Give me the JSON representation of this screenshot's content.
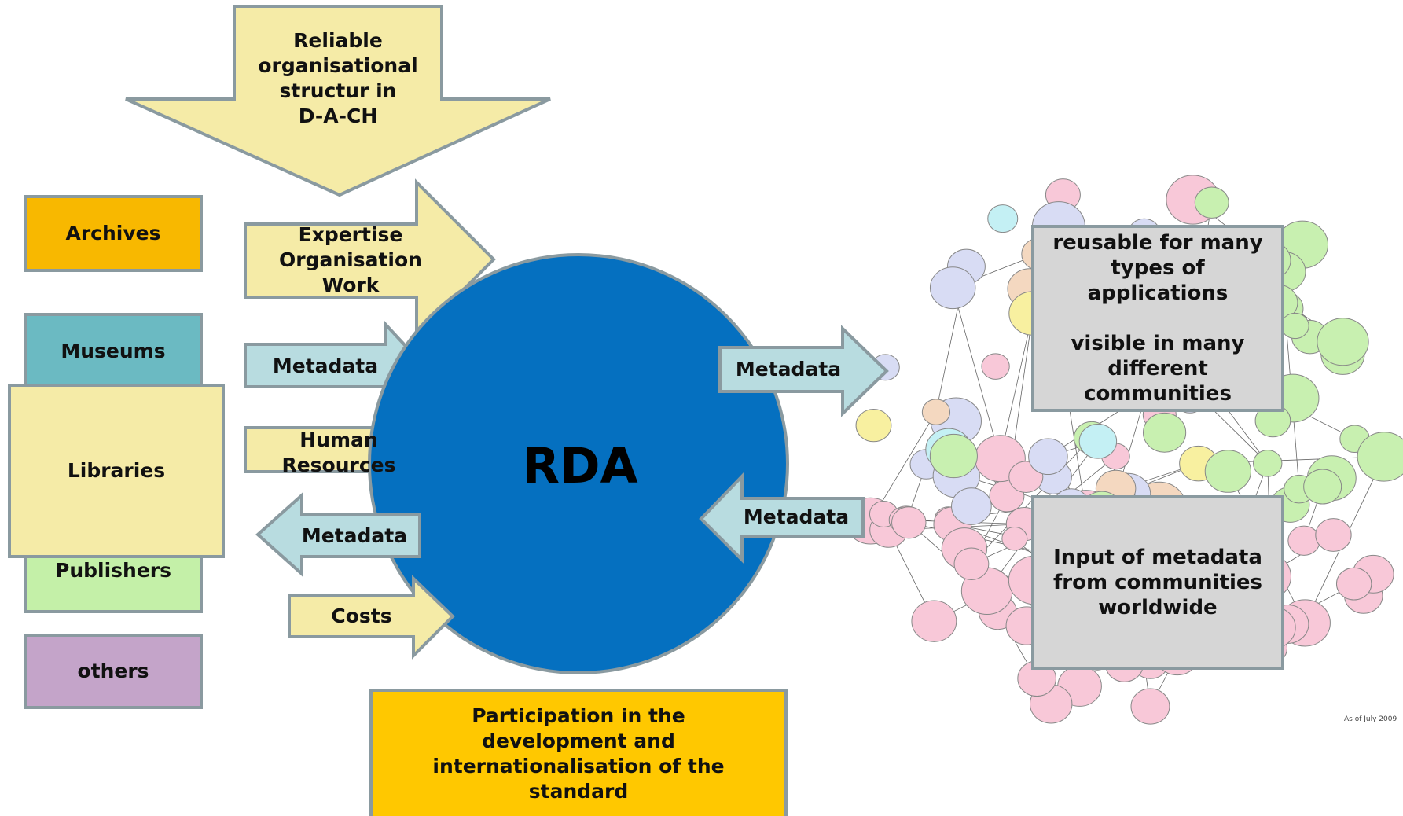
{
  "top_arrow": {
    "lines": [
      "Reliable",
      "organisational",
      "structur in",
      "D-A-CH"
    ]
  },
  "stakeholders": [
    {
      "label": "Archives",
      "color": "#f8b800"
    },
    {
      "label": "Museums",
      "color": "#6bbac2"
    },
    {
      "label": "Libraries",
      "color": "#f5eba7"
    },
    {
      "label": "Publishers",
      "color": "#c4f0a8"
    },
    {
      "label": "others",
      "color": "#c4a4c9"
    }
  ],
  "flows_left": [
    {
      "lines": [
        "Expertise",
        "Organisation",
        "Work"
      ],
      "direction": "in"
    },
    {
      "lines": [
        "Metadata"
      ],
      "direction": "in"
    },
    {
      "lines": [
        "Human",
        "Resources"
      ],
      "direction": "in"
    },
    {
      "lines": [
        "Metadata"
      ],
      "direction": "out"
    },
    {
      "lines": [
        "Costs"
      ],
      "direction": "in"
    }
  ],
  "center": {
    "label": "RDA",
    "color": "#0570c0"
  },
  "flows_right": [
    {
      "label": "Metadata",
      "direction": "out"
    },
    {
      "label": "Metadata",
      "direction": "in"
    }
  ],
  "info_boxes": [
    {
      "text": "reusable for many\ntypes of\napplications\n\nvisible in many\ndifferent\ncommunities"
    },
    {
      "text": "Input of metadata\nfrom communities\nworldwide"
    }
  ],
  "bottom_box": {
    "lines": [
      "Participation in the",
      "development and",
      "internationalisation of the",
      "standard"
    ],
    "color": "#ffc800"
  },
  "network_credit": "As of July 2009",
  "colors": {
    "arrow_yellow": "#f5eba7",
    "arrow_blue": "#b8dce0",
    "outline": "#8a9aa0"
  }
}
